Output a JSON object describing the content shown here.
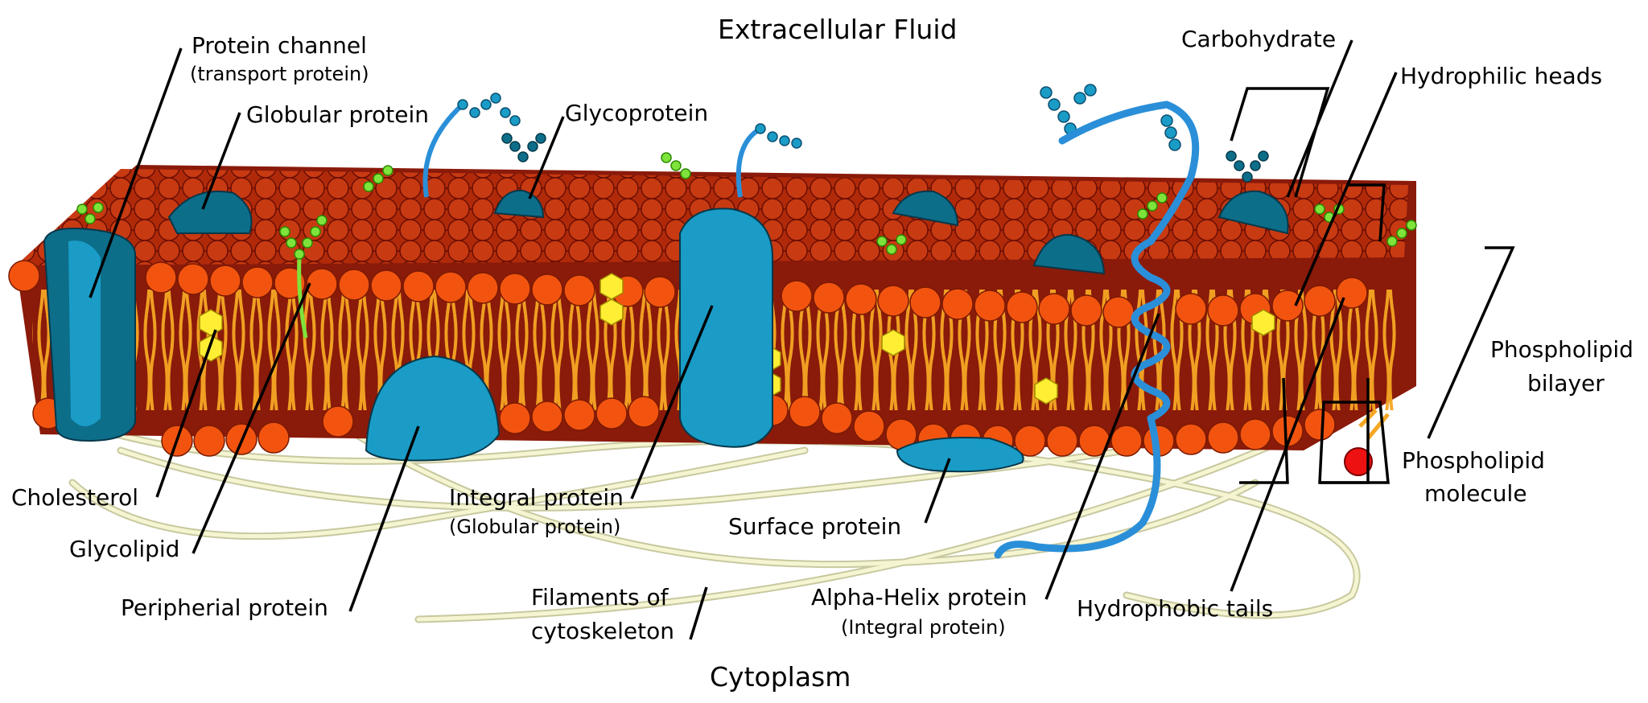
{
  "diagram": {
    "regions": {
      "top": "Extracellular Fluid",
      "bottom": "Cytoplasm"
    },
    "labels": {
      "protein_channel": "Protein channel",
      "protein_channel_sub": "(transport protein)",
      "globular_protein": "Globular protein",
      "glycoprotein": "Glycoprotein",
      "carbohydrate": "Carbohydrate",
      "hydrophilic_heads": "Hydrophilic heads",
      "phospholipid_bilayer_1": "Phospholipid",
      "phospholipid_bilayer_2": "bilayer",
      "phospholipid_molecule_1": "Phospholipid",
      "phospholipid_molecule_2": "molecule",
      "cholesterol": "Cholesterol",
      "glycolipid": "Glycolipid",
      "peripheral_protein": "Peripherial protein",
      "integral_protein": "Integral protein",
      "integral_protein_sub": "(Globular protein)",
      "surface_protein": "Surface protein",
      "filaments_1": "Filaments of",
      "filaments_2": "cytoskeleton",
      "alpha_helix": "Alpha-Helix protein",
      "alpha_helix_sub": "(Integral protein)",
      "hydrophobic_tails": "Hydrophobic tails"
    },
    "colors": {
      "head": "#f25410",
      "head_dark": "#c03000",
      "membrane_dark": "#8a1a0a",
      "tail": "#f5a623",
      "protein": "#1a9cc7",
      "protein_dark": "#0d6e8a",
      "glyco_green": "#7ee33a",
      "helix_blue": "#2a8fd8",
      "cholesterol": "#ffee33",
      "filament": "#eeeebb"
    }
  }
}
